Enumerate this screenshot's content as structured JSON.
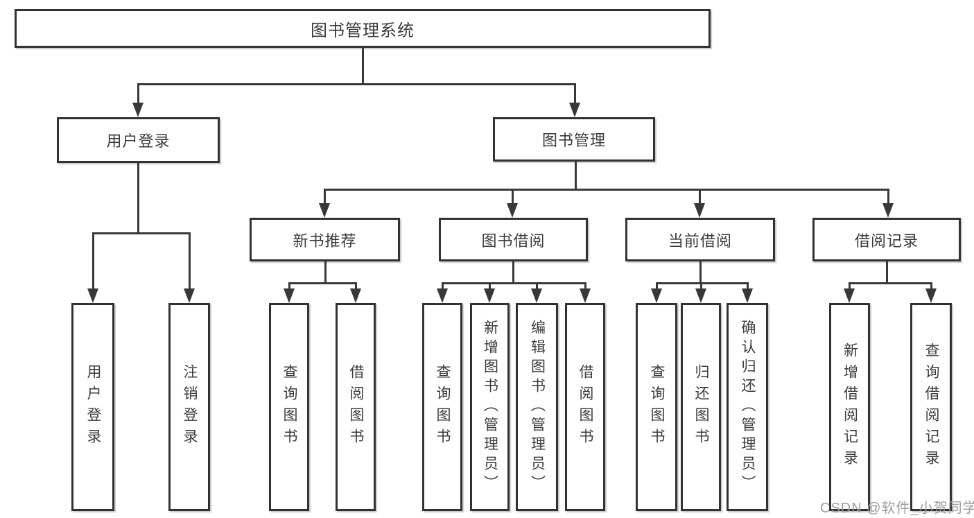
{
  "diagram": {
    "root": "图书管理系统",
    "branches": {
      "user_login": {
        "label": "用户登录",
        "children": [
          "用户登录",
          "注销登录"
        ]
      },
      "book_mgmt": {
        "label": "图书管理",
        "children": [
          {
            "label": "新书推荐",
            "children": [
              "查询图书",
              "借阅图书"
            ]
          },
          {
            "label": "图书借阅",
            "children": [
              "查询图书",
              "新增图书（管理员）",
              "编辑图书（管理员）",
              "借阅图书"
            ]
          },
          {
            "label": "当前借阅",
            "children": [
              "查询图书",
              "归还图书",
              "确认归还（管理员）"
            ]
          },
          {
            "label": "借阅记录",
            "children": [
              "新增借阅记录",
              "查询借阅记录"
            ]
          }
        ]
      }
    }
  },
  "watermark": "CSDN @软件_小贺同学",
  "colors": {
    "line": "#383838",
    "box_border": "#323232",
    "box_fill": "#ffffff",
    "text": "#3b3b3b",
    "watermark": "#9d9d9d",
    "background": "#ffffff"
  }
}
